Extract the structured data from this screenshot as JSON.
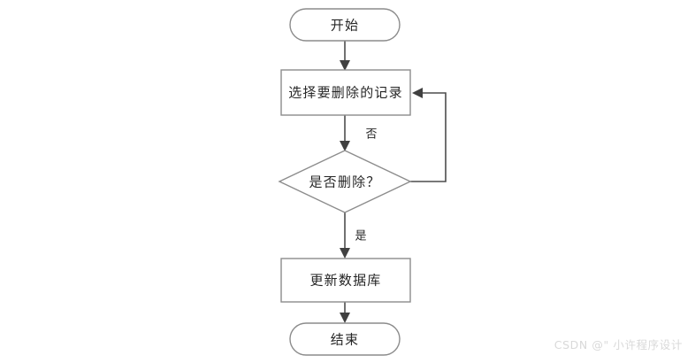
{
  "diagram": {
    "type": "flowchart",
    "orientation": "top-to-bottom",
    "background_color": "#ffffff",
    "stroke_color": "#8c8c8c",
    "connector_color": "#4d4d4d",
    "text_color": "#262626",
    "nodes": [
      {
        "id": "start",
        "shape": "stadium",
        "label": "开始"
      },
      {
        "id": "select",
        "shape": "rectangle",
        "label": "选择要删除的记录"
      },
      {
        "id": "decide",
        "shape": "diamond",
        "label": "是否删除？"
      },
      {
        "id": "update",
        "shape": "rectangle",
        "label": "更新数据库"
      },
      {
        "id": "end",
        "shape": "stadium",
        "label": "结束"
      }
    ],
    "edges": [
      {
        "from": "start",
        "to": "select",
        "label": ""
      },
      {
        "from": "select",
        "to": "decide",
        "label": ""
      },
      {
        "from": "decide",
        "to": "select",
        "label": "否"
      },
      {
        "from": "decide",
        "to": "update",
        "label": "是"
      },
      {
        "from": "update",
        "to": "end",
        "label": ""
      }
    ]
  },
  "watermark": {
    "text": "CSDN @\" 小许程序设计"
  }
}
